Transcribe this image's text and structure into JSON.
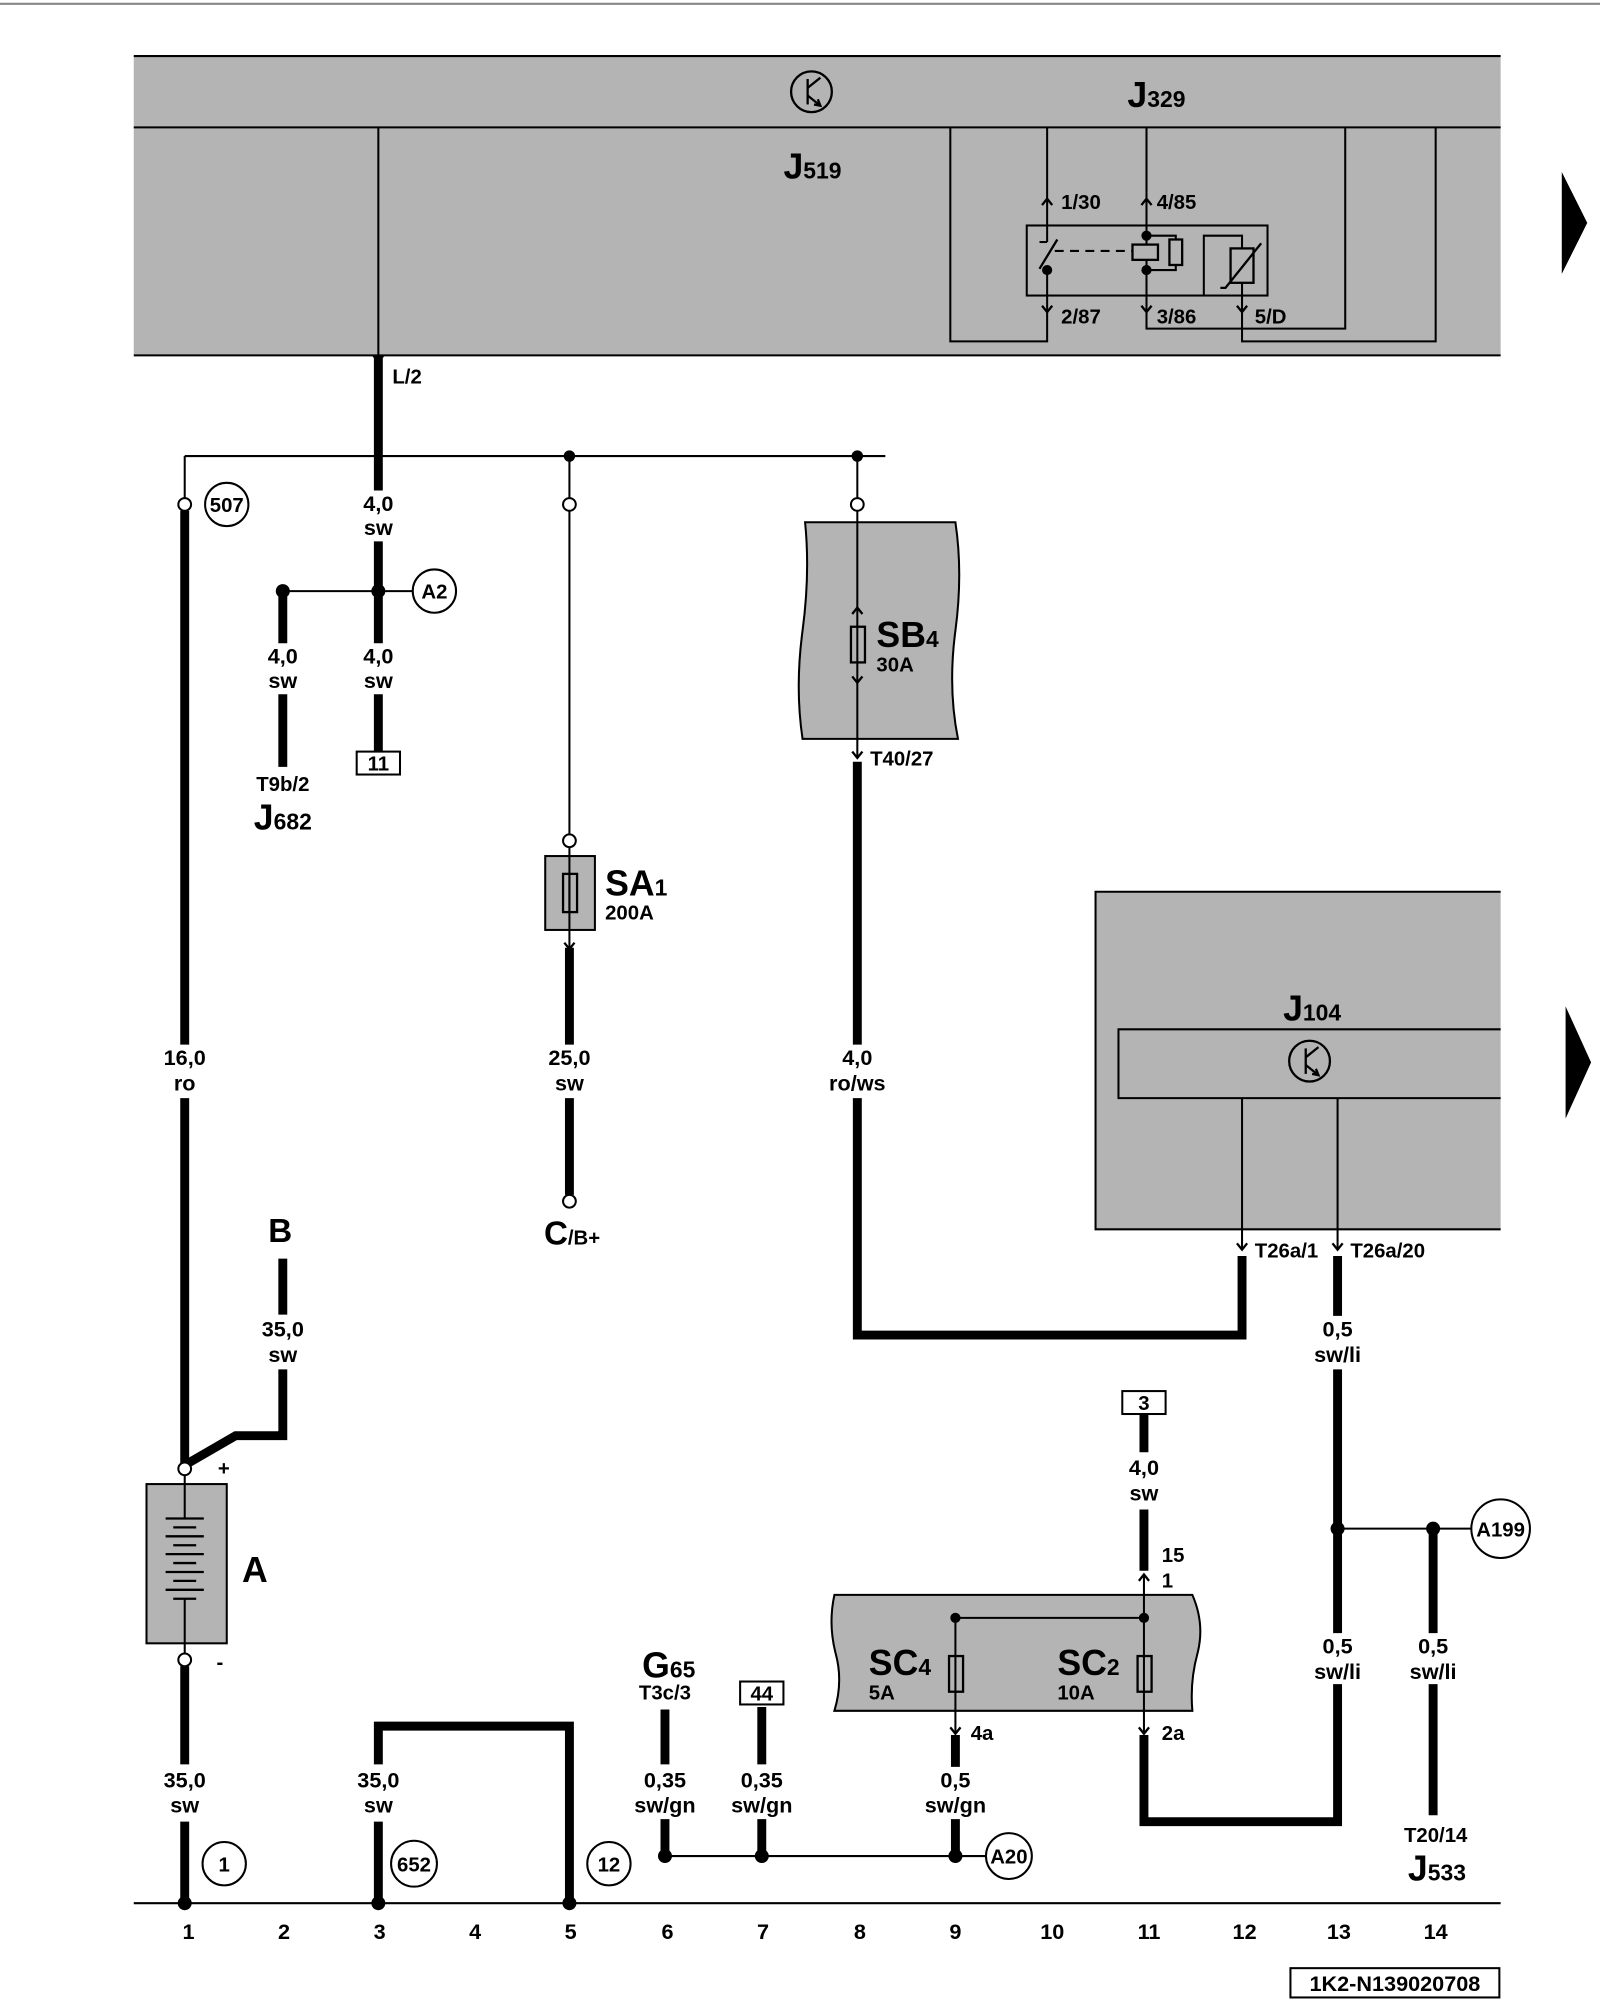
{
  "modules": {
    "j329": {
      "letter": "J",
      "number": "329"
    },
    "j519": {
      "letter": "J",
      "number": "519"
    },
    "j682": {
      "letter": "J",
      "number": "682"
    },
    "j104": {
      "letter": "J",
      "number": "104"
    },
    "j533": {
      "letter": "J",
      "number": "533"
    },
    "g65": {
      "letter": "G",
      "number": "65"
    }
  },
  "fuses": {
    "sa1": {
      "letter": "SA",
      "number": "1",
      "rating": "200A"
    },
    "sb4": {
      "letter": "SB",
      "number": "4",
      "rating": "30A"
    },
    "sc4": {
      "letter": "SC",
      "number": "4",
      "rating": "5A"
    },
    "sc2": {
      "letter": "SC",
      "number": "2",
      "rating": "10A"
    }
  },
  "battery": {
    "label": "A",
    "plus": "+",
    "minus": "-"
  },
  "terminals": {
    "b": "B",
    "c_letter": "C",
    "c_suffix": "/B+"
  },
  "relay_pins": {
    "p130": "1/30",
    "p485": "4/85",
    "p287": "2/87",
    "p386": "3/86",
    "p5d": "5/D"
  },
  "pins": {
    "l2": "L/2",
    "t9b2": "T9b/2",
    "t4027": "T40/27",
    "t26a1": "T26a/1",
    "t26a20": "T26a/20",
    "t3c3": "T3c/3",
    "t2014": "T20/14",
    "p15": "15",
    "p1": "1",
    "p4a": "4a",
    "p2a": "2a"
  },
  "wires": [
    {
      "size": "4,0",
      "color": "sw"
    },
    {
      "size": "4,0",
      "color": "sw"
    },
    {
      "size": "4,0",
      "color": "sw"
    },
    {
      "size": "16,0",
      "color": "ro"
    },
    {
      "size": "25,0",
      "color": "sw"
    },
    {
      "size": "4,0",
      "color": "ro/ws"
    },
    {
      "size": "35,0",
      "color": "sw"
    },
    {
      "size": "0,5",
      "color": "sw/li"
    },
    {
      "size": "4,0",
      "color": "sw"
    },
    {
      "size": "0,5",
      "color": "sw/li"
    },
    {
      "size": "0,5",
      "color": "sw/li"
    },
    {
      "size": "35,0",
      "color": "sw"
    },
    {
      "size": "35,0",
      "color": "sw"
    },
    {
      "size": "0,35",
      "color": "sw/gn"
    },
    {
      "size": "0,35",
      "color": "sw/gn"
    },
    {
      "size": "0,5",
      "color": "sw/gn"
    }
  ],
  "ground_points": {
    "g507": "507",
    "a2": "A2",
    "a199": "A199",
    "a20": "A20",
    "g1": "1",
    "g652": "652",
    "g12": "12"
  },
  "references": {
    "r11": "11",
    "r3": "3",
    "r44": "44"
  },
  "tracks": [
    "1",
    "2",
    "3",
    "4",
    "5",
    "6",
    "7",
    "8",
    "9",
    "10",
    "11",
    "12",
    "13",
    "14"
  ],
  "doc_id": "1K2-N139020708",
  "colors": {
    "module_fill": "#b4b4b4",
    "line": "#000000",
    "background": "#ffffff"
  }
}
